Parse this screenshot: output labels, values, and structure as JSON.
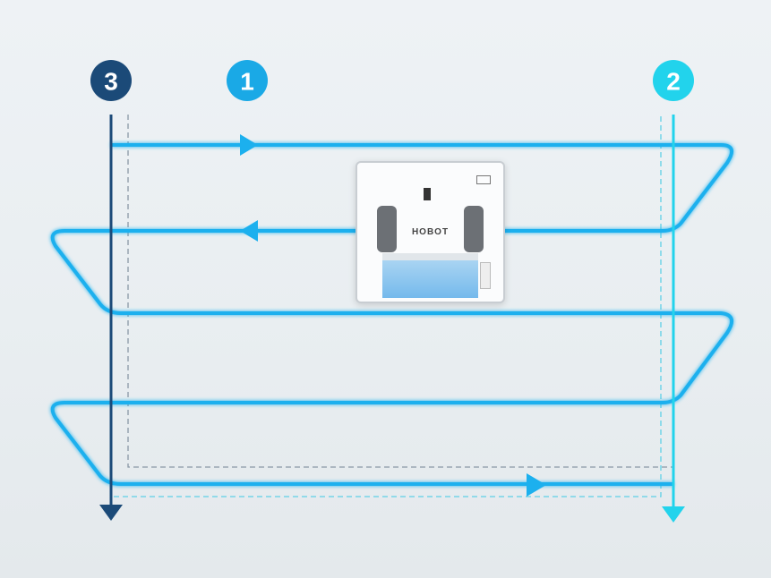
{
  "markers": [
    {
      "label": "3",
      "color": "#1b4a78"
    },
    {
      "label": "1",
      "color": "#1aa9e6"
    },
    {
      "label": "2",
      "color": "#22d3ec"
    }
  ],
  "robot": {
    "brand": "HOBOT"
  },
  "colors": {
    "path": "#1cb0ee",
    "dark_line": "#1b4a78",
    "cyan_line": "#22d3ec",
    "dashed": "#8a98a6"
  }
}
